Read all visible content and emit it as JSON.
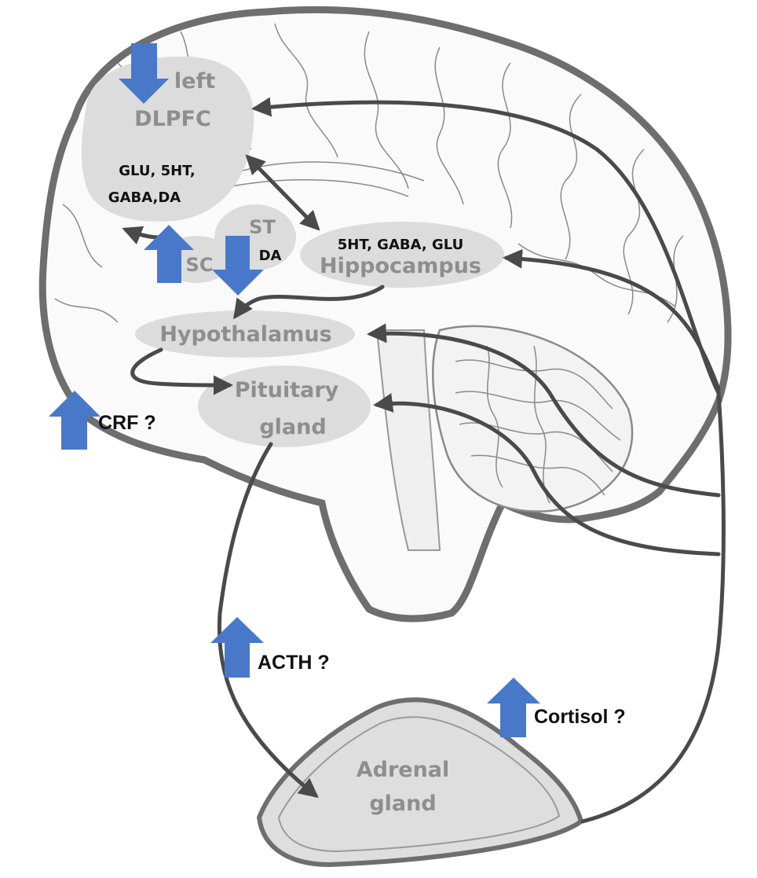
{
  "regions": {
    "dlpfc": {
      "line1": "left",
      "line2": "DLPFC",
      "transmitters_line1": "GLU, 5HT,",
      "transmitters_line2": "GABA,DA"
    },
    "st": {
      "label": "ST",
      "transmitter": "DA"
    },
    "sc": {
      "label": "SC"
    },
    "hippocampus": {
      "label": "Hippocampus",
      "transmitters": "5HT, GABA, GLU"
    },
    "hypothalamus": {
      "label": "Hypothalamus"
    },
    "pituitary": {
      "line1": "Pituitary",
      "line2": "gland"
    },
    "adrenal": {
      "line1": "Adrenal",
      "line2": "gland"
    }
  },
  "hormones": {
    "crf": "CRF ?",
    "acth": "ACTH ?",
    "cortisol": "Cortisol ?"
  },
  "colors": {
    "indicator_arrow": "#4a78c9",
    "region_fill": "#dcdcdc",
    "region_text": "#8e8e8e",
    "connector": "#4a4a4a",
    "brain_outline": "#6e6e6e"
  },
  "indicators": {
    "dlpfc": "down",
    "sc": "up",
    "st": "down",
    "crf": "up",
    "acth": "up",
    "cortisol": "up"
  }
}
